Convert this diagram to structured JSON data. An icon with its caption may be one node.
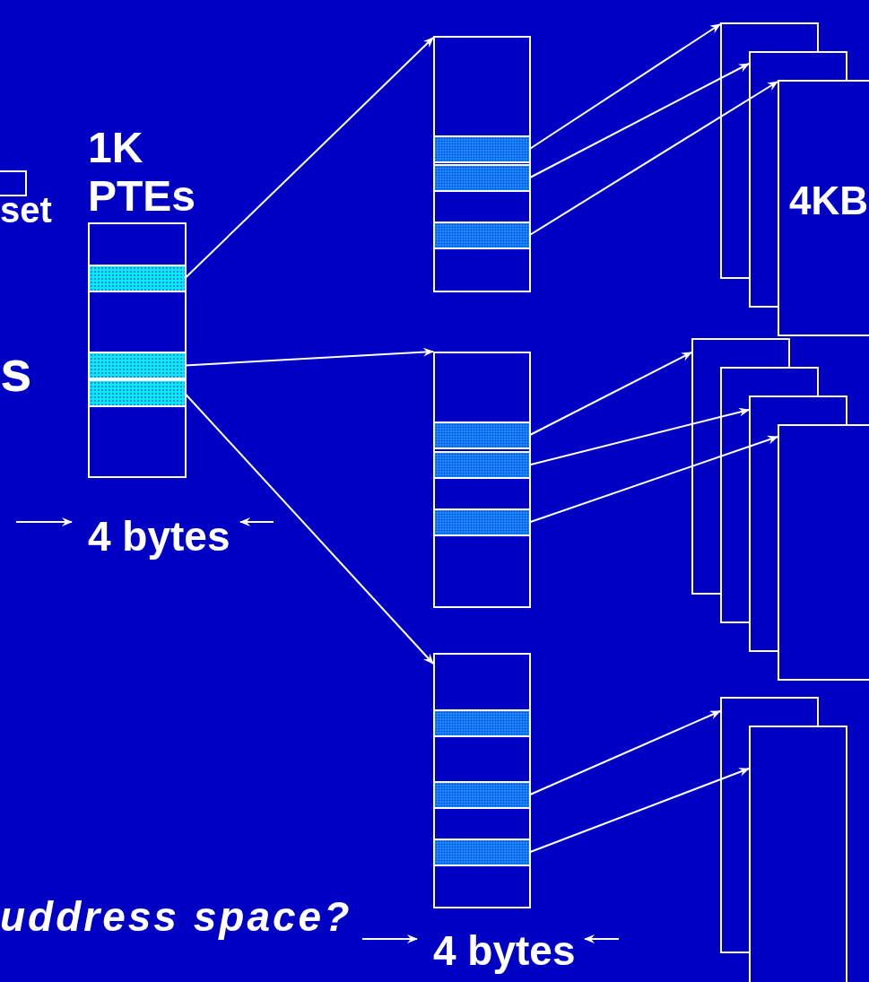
{
  "diagram": {
    "nodes": [
      {
        "text": [
          "set"
        ]
      },
      {
        "text": [
          "1K PTEs"
        ]
      },
      {
        "text": [],
        "shape": "bar",
        "in": 1
      },
      {
        "text": [],
        "shape": "bar",
        "in": 1
      },
      {
        "text": [],
        "shape": "bar",
        "in": 1
      },
      {
        "text": [],
        "shape": "box"
      },
      {
        "text": [],
        "shape": "bar",
        "in": 5
      },
      {
        "text": [],
        "shape": "bar",
        "in": 5
      },
      {
        "text": [],
        "shape": "bar",
        "in": 5
      },
      {
        "text": [],
        "shape": "box"
      },
      {
        "text": [],
        "shape": "bar",
        "in": 9
      },
      {
        "text": [],
        "shape": "bar",
        "in": 9
      },
      {
        "text": [],
        "shape": "bar",
        "in": 9
      },
      {
        "text": [],
        "shape": "box"
      },
      {
        "text": [],
        "shape": "bar",
        "in": 13
      },
      {
        "text": [],
        "shape": "bar",
        "in": 13
      },
      {
        "text": [],
        "shape": "bar",
        "in": 13
      },
      {
        "text": [],
        "shape": "box"
      },
      {
        "text": [],
        "shape": "box"
      },
      {
        "text": [
          "4KB"
        ]
      },
      {
        "text": [],
        "shape": "box"
      },
      {
        "text": [],
        "shape": "box"
      },
      {
        "text": [],
        "shape": "box"
      },
      {
        "text": [],
        "shape": "box"
      },
      {
        "text": [],
        "shape": "box"
      },
      {
        "text": [],
        "shape": "box"
      }
    ],
    "edges": [
      {
        "from": 2,
        "to": 5,
        "arrow": "to"
      },
      {
        "from": 3,
        "to": 9,
        "arrow": "to"
      },
      {
        "from": 4,
        "to": 13,
        "arrow": "to"
      },
      {
        "from": 6,
        "to": 17,
        "arrow": "to"
      },
      {
        "from": 7,
        "to": 18,
        "arrow": "to"
      },
      {
        "from": 8,
        "to": 19,
        "arrow": "to"
      },
      {
        "from": 10,
        "to": 20,
        "arrow": "to"
      },
      {
        "from": 11,
        "to": 22,
        "arrow": "to"
      },
      {
        "from": 12,
        "to": 23,
        "arrow": "to"
      },
      {
        "from": 15,
        "to": 24,
        "arrow": "to"
      },
      {
        "from": 16,
        "to": 25,
        "arrow": "to"
      }
    ],
    "labels": [
      "s",
      "4 bytes",
      "uddress space?",
      "4 bytes"
    ]
  }
}
